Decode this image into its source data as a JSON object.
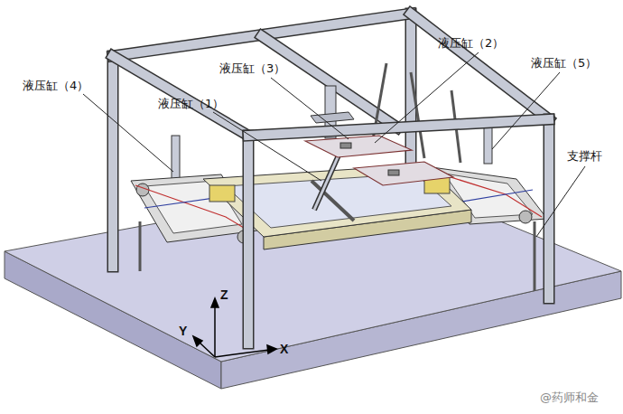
{
  "diagram": {
    "labels": [
      "液压缸（4）",
      "液压缸（3）",
      "液压缸（2）",
      "液压缸（1）",
      "液压缸（5）",
      "支撑杆",
      "Z",
      "Y",
      "X",
      "@药师和金"
    ]
  }
}
